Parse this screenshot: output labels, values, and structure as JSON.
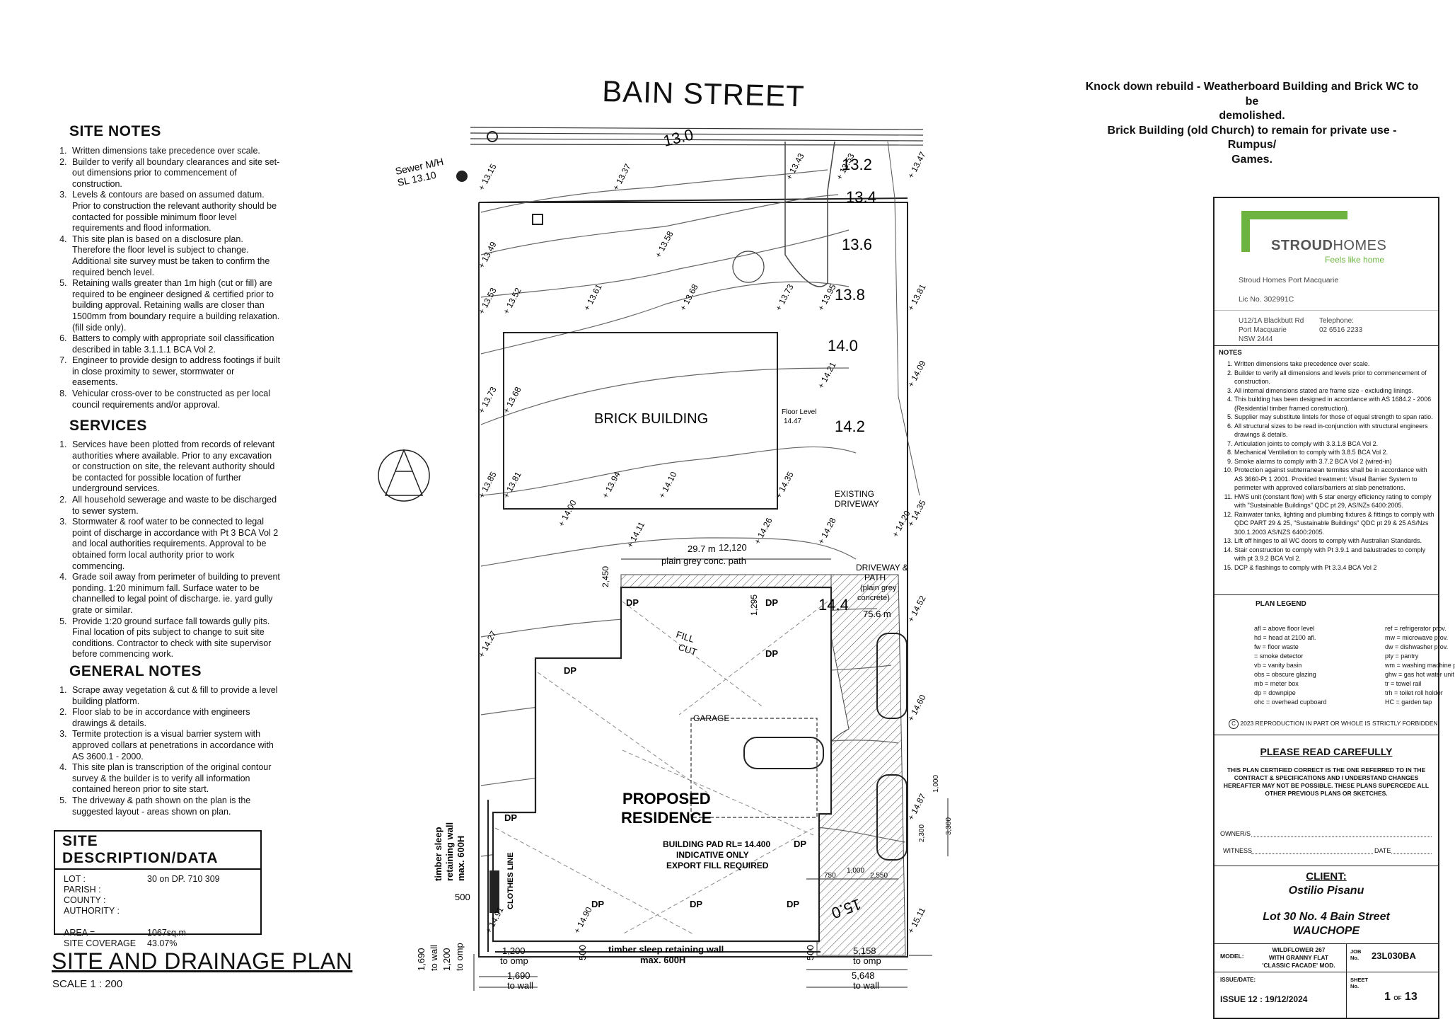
{
  "street_name": "BAIN STREET",
  "header_note": [
    "Knock down rebuild - Weatherboard Building and Brick WC to be",
    "demolished.",
    "Brick Building (old Church) to remain for private use - Rumpus/",
    "Games."
  ],
  "site_notes": {
    "heading": "SITE NOTES",
    "items": [
      "Written dimensions take precedence over scale.",
      "Builder to verify all boundary clearances and site set-out dimensions prior to commencement of construction.",
      "Levels & contours are based on assumed datum. Prior to construction the relevant authority should be contacted for possible minimum floor level requirements and flood information.",
      "This site plan is based on a disclosure plan. Therefore the floor level is subject to change. Additional site survey must be taken to confirm the required bench level.",
      "Retaining walls greater than 1m high (cut or fill) are required to be engineer designed & certified prior to building approval. Retaining walls are closer than 1500mm from boundary require a building relaxation. (fill side only).",
      "Batters to comply with appropriate soil classification described in table 3.1.1.1 BCA Vol 2.",
      "Engineer to provide design to address footings if built in close proximity to sewer, stormwater or easements.",
      "Vehicular cross-over to be constructed as per local council requirements and/or approval."
    ]
  },
  "services": {
    "heading": "SERVICES",
    "items": [
      "Services have been plotted from records of relevant authorities where available. Prior to any excavation or construction on site, the relevant authority should be contacted for possible location of further underground services.",
      "All household sewerage and waste to be discharged to sewer system.",
      "Stormwater & roof water to be connected to legal point of discharge in accordance with Pt 3 BCA Vol 2 and local authorities requirements. Approval to be obtained form local authority prior to work commencing.",
      "Grade soil away from perimeter of building to prevent ponding. 1:20 minimum fall. Surface water to be channelled to legal point of discharge. ie. yard gully grate or similar.",
      "Provide 1:20 ground surface fall towards gully pits. Final location of pits subject to change to suit site conditions. Contractor to check with site supervisor before commencing work."
    ]
  },
  "general_notes": {
    "heading": "GENERAL NOTES",
    "items": [
      "Scrape away vegetation & cut & fill to provide a level building platform.",
      "Floor slab to be in accordance with engineers drawings & details.",
      "Termite protection is a visual barrier system with approved collars at penetrations in accordance with AS 3600.1 - 2000.",
      "This site plan is transcription of the original contour survey & the builder is to verify all information contained hereon prior to site start.",
      "The driveway & path shown on the plan is the suggested layout - areas shown on plan."
    ]
  },
  "site_description": {
    "heading": "SITE DESCRIPTION/DATA",
    "lot_label": "LOT :",
    "lot_value": "30 on DP. 710 309",
    "parish_label": "PARISH :",
    "county_label": "COUNTY :",
    "authority_label": "AUTHORITY :",
    "area_label": "AREA =",
    "area_value": "1067sq.m",
    "coverage_label": "SITE COVERAGE",
    "coverage_value": "43.07%"
  },
  "plan_title": "SITE AND DRAINAGE PLAN",
  "plan_scale": "SCALE 1 : 200",
  "drawing": {
    "sewer_label": "Sewer M/H",
    "sewer_level": "SL 13.10",
    "brick_building": "BRICK BUILDING",
    "floor_level": "Floor Level",
    "floor_value": "14.47",
    "existing_driveway": "EXISTING",
    "existing_driveway2": "DRIVEWAY",
    "proposed1": "PROPOSED",
    "proposed2": "RESIDENCE",
    "pad1": "BUILDING PAD RL= 14.400",
    "pad2": "INDICATIVE ONLY",
    "pad3": "EXPORT FILL REQUIRED",
    "garage": "GARAGE",
    "fill": "FILL",
    "cut": "CUT",
    "path_area": "29.7 m",
    "path_label": "plain grey conc. path",
    "driveway1": "DRIVEWAY &",
    "driveway2": "PATH",
    "driveway3": "(plain grey",
    "driveway4": "concrete)",
    "driveway_area": "75.6 m",
    "clothes_line": "CLOTHES LINE",
    "wall_bottom1": "timber sleep retaining wall",
    "wall_bottom2": "max. 600H",
    "wall_left1": "timber sleep",
    "wall_left2": "retaining wall",
    "wall_left3": "max. 600H",
    "dim_12120": "12,120",
    "dim_2450": "2,450",
    "dim_1295": "1,295",
    "dim_1200": "1,200",
    "dim_1690": "1,690",
    "dim_5158": "5,158",
    "dim_5648": "5,648",
    "dim_500a": "500",
    "dim_500b": "500",
    "dim_500c": "500",
    "dim_1000": "1,000",
    "dim_3300": "3,300",
    "dim_2300": "2,300",
    "dim_2550": "2,550",
    "dim_750": "750",
    "to_omp": "to omp",
    "to_wall": "to wall",
    "dp": "DP",
    "contours": [
      "13.2",
      "13.4",
      "13.6",
      "13.8",
      "14.0",
      "14.2",
      "14.4",
      "15.0"
    ],
    "boundary_top": "13.0",
    "levels": [
      "13.15",
      "13.37",
      "13.43",
      "13.53",
      "13.47",
      "13.49",
      "13.58",
      "13.53",
      "13.52",
      "13.61",
      "13.68",
      "13.73",
      "13.95",
      "13.81",
      "13.73",
      "13.68",
      "14.21",
      "14.09",
      "13.85",
      "13.81",
      "13.94",
      "14.10",
      "14.35",
      "14.00",
      "14.11",
      "14.26",
      "14.28",
      "14.20",
      "14.35",
      "14.27",
      "14.52",
      "14.60",
      "14.87",
      "14.91",
      "15.11",
      "14.90"
    ]
  },
  "title_block": {
    "brand": "STROUDHOMES",
    "brand_bold": "STROUD",
    "brand_light": "HOMES",
    "tagline": "Feels like home",
    "office": "Stroud Homes Port Macquarie",
    "licence": "Lic No. 302991C",
    "address": [
      "U12/1A Blackbutt Rd",
      "Port Macquarie",
      "NSW 2444"
    ],
    "tel_label": "Telephone:",
    "tel": "02 6516 2233",
    "notes_heading": "NOTES",
    "notes": [
      "Written dimensions take precedence over scale.",
      "Builder to verify all dimensions and levels prior to commencement of construction.",
      "All internal dimensions stated are frame size - excluding linings.",
      "This building has been designed in accordance with AS 1684.2 - 2006 (Residential timber framed construction).",
      "Supplier may substitute lintels for those of equal strength to span ratio.",
      "All structural sizes to be read in-conjunction with structural engineers drawings & details.",
      "Articulation joints to comply with 3.3.1.8 BCA Vol 2.",
      "Mechanical Ventilation to comply with 3.8.5 BCA Vol 2.",
      "Smoke alarms to comply with 3.7.2 BCA Vol 2 (wired-in)",
      "Protection against subterranean termites shall be in accordance with AS 3660-Pt 1 2001. Provided treatment: Visual Barrier System to perimeter with approved collars/barriers at slab penetrations.",
      "HWS unit (constant flow) with 5 star energy efficiency rating to comply with \"Sustainable Buildings\" QDC pt 29, AS/NZs 6400:2005.",
      "Rainwater tanks, lighting and plumbing fixtures & fittings to comply with QDC PART 29 & 25, \"Sustainable Buildings\" QDC pt 29 & 25 AS/Nzs 300.1.2003 AS/NZS 6400:2005.",
      "Lift off hinges to all WC doors to comply with Australian Standards.",
      "Stair construction to comply with Pt 3.9.1 and balustrades to comply with pt 3.9.2 BCA Vol 2.",
      "DCP & flashings to comply with Pt 3.3.4 BCA Vol 2"
    ],
    "legend_heading": "PLAN LEGEND",
    "legend_left": [
      "afl = above floor level",
      "hd = head at 2100 afl.",
      "fw = floor waste",
      "= smoke detector",
      "vb = vanity basin",
      "obs = obscure glazing",
      "mb = meter box",
      "dp = downpipe",
      "ohc = overhead cupboard"
    ],
    "legend_right": [
      "ref = refrigerator prov.",
      "mw = microwave prov.",
      "dw = dishwasher prov.",
      "pty = pantry",
      "wm = washing machine prov.",
      "ghw = gas hot water unit",
      "tr = towel rail",
      "trh = toilet roll holder",
      "HC = garden tap"
    ],
    "copyright": "2023 REPRODUCTION IN PART OR WHOLE IS STRICTLY FORBIDDEN",
    "please": "PLEASE READ CAREFULLY",
    "cert": [
      "THIS PLAN CERTIFIED CORRECT IS THE ONE REFERRED TO IN THE",
      "CONTRACT & SPECIFICATIONS AND I UNDERSTAND CHANGES",
      "HEREAFTER MAY NOT BE POSSIBLE. THESE PLANS SUPERCEDE ALL",
      "OTHER PREVIOUS PLANS OR SKETCHES."
    ],
    "owner_label": "OWNER/S",
    "witness_label": "WITNESS",
    "date_label": "DATE",
    "client_heading": "CLIENT:",
    "client_name": "Ostilio Pisanu",
    "lot_address1": "Lot 30 No. 4 Bain Street",
    "lot_address2": "WAUCHOPE",
    "model_label": "MODEL:",
    "model_value": [
      "WILDFLOWER 267",
      "WITH GRANNY FLAT",
      "'CLASSIC FACADE' MOD."
    ],
    "job_label": [
      "JOB",
      "No."
    ],
    "job_value": "23L030BA",
    "issue_label": "ISSUE/DATE:",
    "issue_value": "ISSUE 12 : 19/12/2024",
    "sheet_label": [
      "SHEET",
      "No."
    ],
    "sheet_value": "1",
    "sheet_of": "OF",
    "sheet_total": "13",
    "brand_colors": {
      "green": "#6db33f",
      "grey": "#555555"
    }
  }
}
